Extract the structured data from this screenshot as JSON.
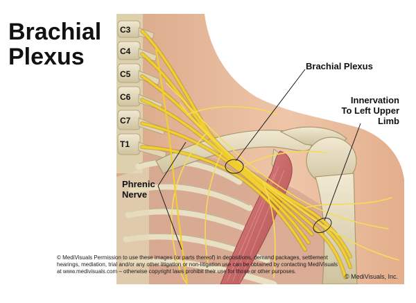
{
  "title": {
    "line1": "Brachial",
    "line2": "Plexus"
  },
  "vertebra_labels": [
    "C3",
    "C4",
    "C5",
    "C6",
    "C7",
    "T1"
  ],
  "callouts": {
    "brachial_plexus": "Brachial Plexus",
    "innervation_line1": "Innervation",
    "innervation_line2": "To Left Upper",
    "innervation_line3": "Limb",
    "phrenic_line1": "Phrenic",
    "phrenic_line2": "Nerve"
  },
  "footer": {
    "copyright_line1": "© MediVisuals Permission to use these images (or parts thereof) in depositions, demand packages, settlement",
    "copyright_line2": "hearings, mediation, trial and/or any other litigation or non-litigation use can be obtained by contacting MediVisuals",
    "copyright_line3": "at www.medivisuals.com – otherwise copyright laws prohibit their use for those or other purposes.",
    "brand": "© MediVisuals, Inc."
  },
  "colors": {
    "nerve": "#e8c21e",
    "nerve_dark": "#b8921a",
    "skin": "#ecc1a2",
    "bone": "#e6dcbf",
    "muscle": "#c76868",
    "background": "#ffffff"
  }
}
